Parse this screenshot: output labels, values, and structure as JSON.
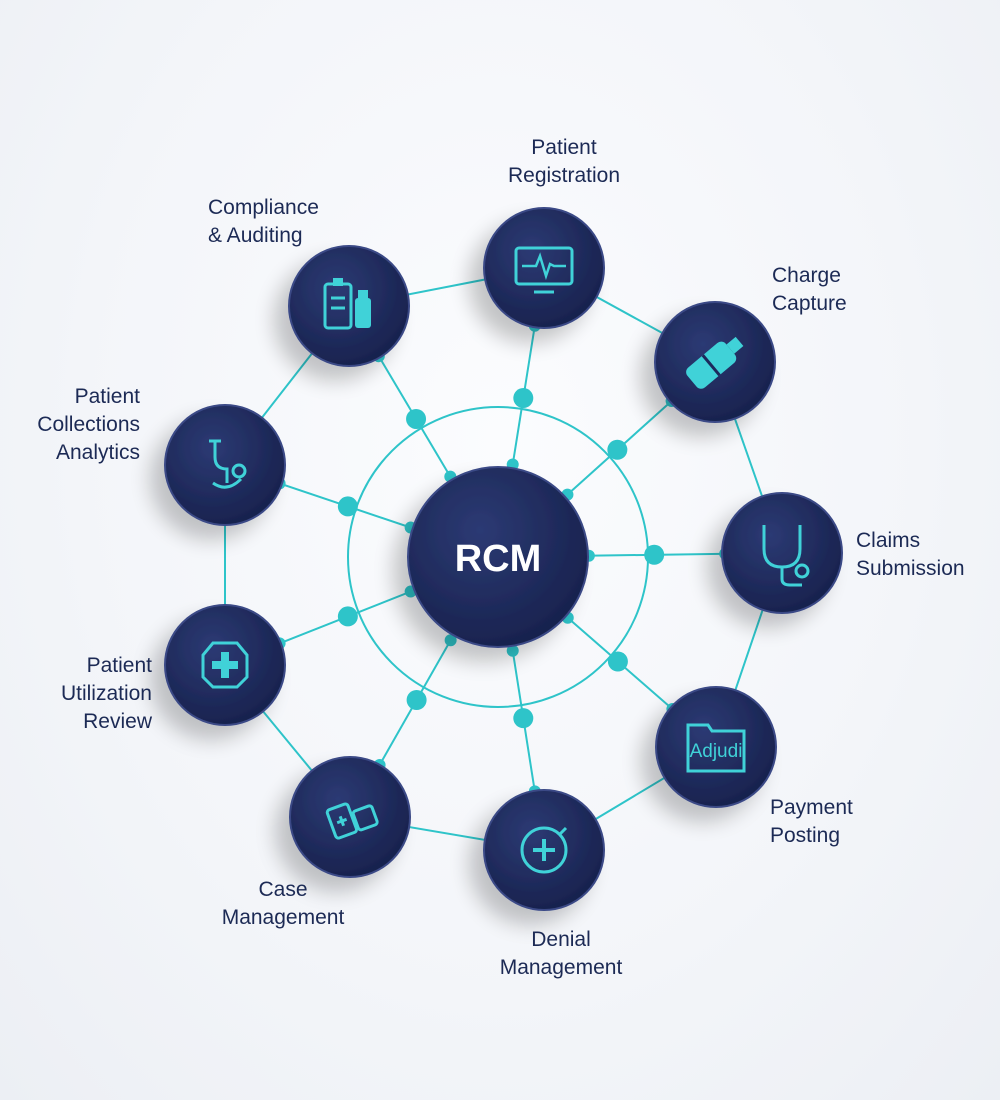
{
  "diagram": {
    "center_label": "RCM",
    "colors": {
      "node": "#1e2a5c",
      "accent": "#2ec4c9",
      "text": "#1c2a55",
      "icon": "#3fd2d8"
    },
    "modules": [
      {
        "id": "patient-registration",
        "lines": [
          "Patient",
          "Registration"
        ],
        "icon": "monitor-heartbeat-icon"
      },
      {
        "id": "charge-capture",
        "lines": [
          "Charge",
          "Capture"
        ],
        "icon": "pill-capsule-icon"
      },
      {
        "id": "claims-submission",
        "lines": [
          "Claims",
          "Submission"
        ],
        "icon": "stethoscope-icon"
      },
      {
        "id": "payment-posting",
        "lines": [
          "Payment",
          "Posting"
        ],
        "icon": "folder-icon",
        "icon_text": "Adjudi"
      },
      {
        "id": "denial-management",
        "lines": [
          "Denial",
          "Management"
        ],
        "icon": "medical-plus-circle-icon"
      },
      {
        "id": "case-management",
        "lines": [
          "Case",
          "Management"
        ],
        "icon": "medicine-bottle-icon"
      },
      {
        "id": "patient-utilization-review",
        "lines": [
          "Patient",
          "Utilization",
          "Review"
        ],
        "icon": "plus-badge-icon"
      },
      {
        "id": "patient-collections-analytics",
        "lines": [
          "Patient",
          "Collections",
          "Analytics"
        ],
        "icon": "stethoscope-figure-icon"
      },
      {
        "id": "compliance-auditing",
        "lines": [
          "Compliance",
          "& Auditing"
        ],
        "icon": "clipboard-bottle-icon"
      }
    ]
  }
}
